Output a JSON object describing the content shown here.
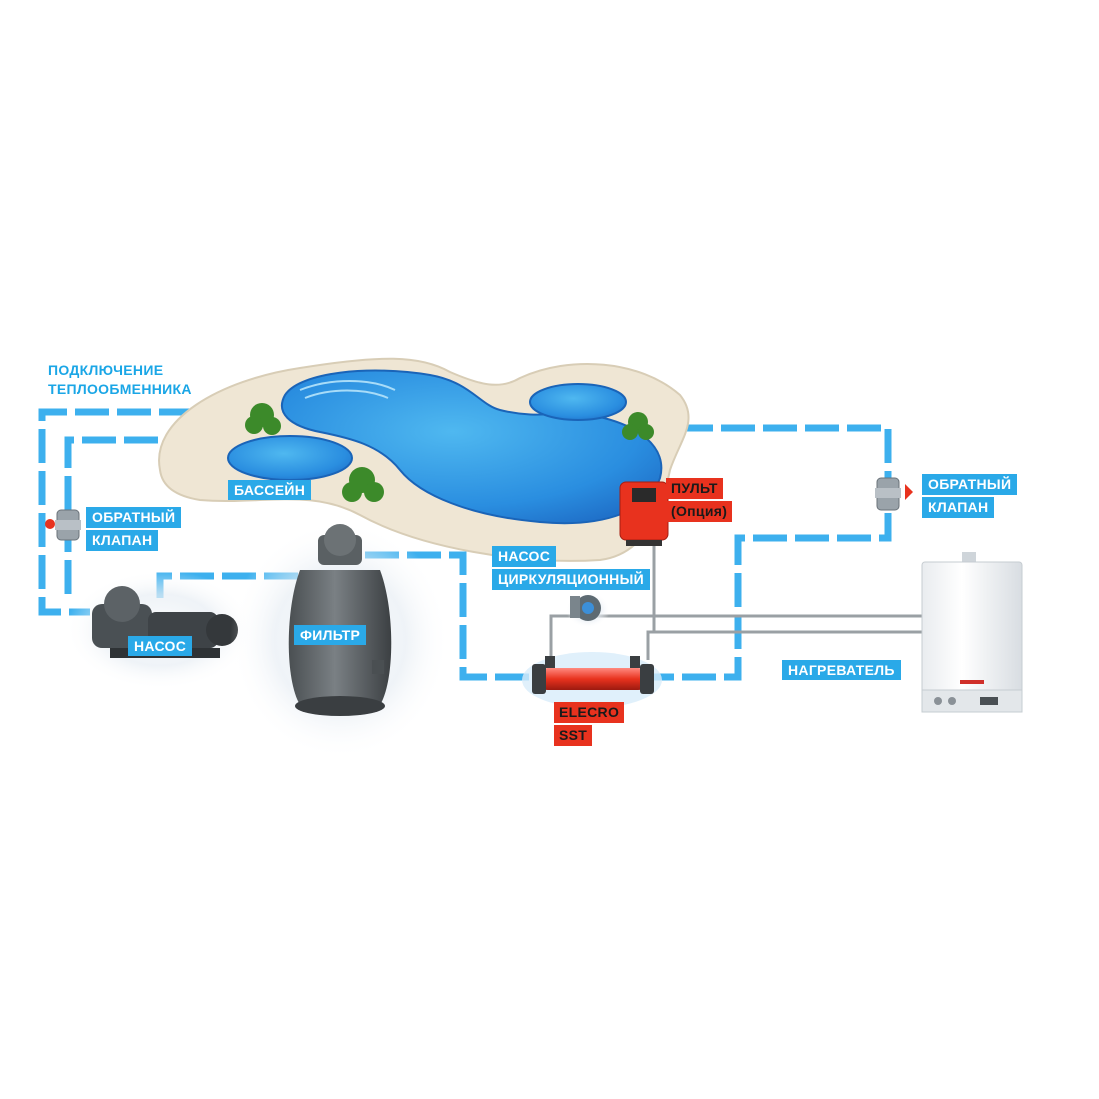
{
  "title": {
    "line1": "ПОДКЛЮЧЕНИЕ",
    "line2": "ТЕПЛООБМЕННИКА"
  },
  "labels": {
    "pool": "БАССЕЙН",
    "check_valve_left": {
      "line1": "ОБРАТНЫЙ",
      "line2": "КЛАПАН"
    },
    "check_valve_right": {
      "line1": "ОБРАТНЫЙ",
      "line2": "КЛАПАН"
    },
    "remote": {
      "line1": "ПУЛЬТ",
      "line2": "(Опция)"
    },
    "circ_pump": {
      "line1": "НАСОС",
      "line2": "ЦИРКУЛЯЦИОННЫЙ"
    },
    "pump": "НАСОС",
    "filter": "ФИЛЬТР",
    "heater": "НАГРЕВАТЕЛЬ",
    "exchanger": {
      "line1": "ELECRO",
      "line2": "SST"
    }
  },
  "colors": {
    "pipe": "#3db0ee",
    "label_bg": "#2aa9e8",
    "accent_red": "#e8321e",
    "water": "#2f8fe0",
    "deck": "#efe6d4"
  },
  "icons": [
    "pool-icon",
    "plant-icon",
    "check-valve-icon",
    "pump-icon",
    "sand-filter-icon",
    "circulation-pump-icon",
    "heat-exchanger-icon",
    "controller-icon",
    "boiler-icon"
  ]
}
